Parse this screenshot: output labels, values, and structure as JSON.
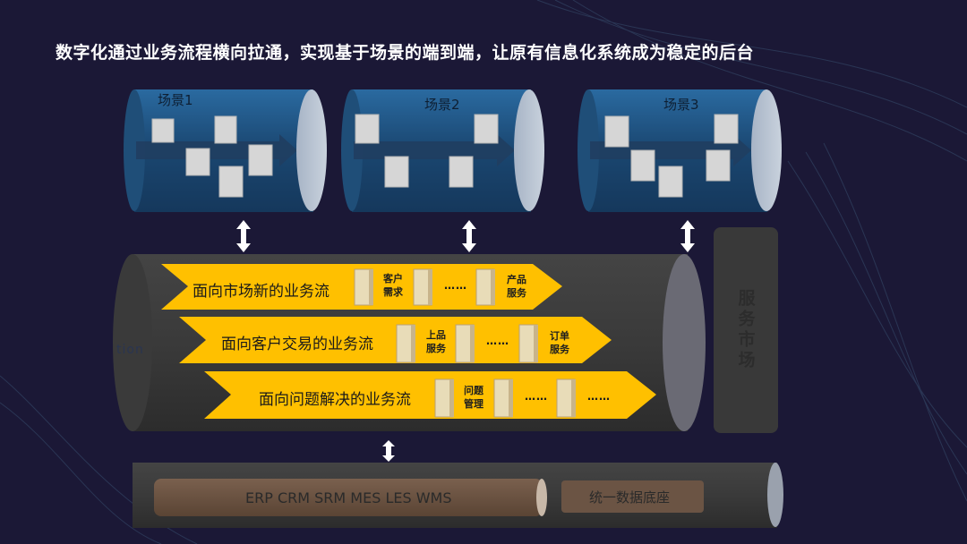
{
  "title": "数字化通过业务流程横向拉通，实现基于场景的端到端，让原有信息化系统成为稳定的后台",
  "scenes": [
    "场景1",
    "场景2",
    "场景3"
  ],
  "flows": [
    {
      "label": "面向市场新的业务流",
      "items": [
        {
          "text": "客户\n需求"
        },
        {
          "text": "……"
        },
        {
          "text": "产品\n服务"
        }
      ]
    },
    {
      "label": "面向客户交易的业务流",
      "items": [
        {
          "text": "上品\n服务"
        },
        {
          "text": "……"
        },
        {
          "text": "订单\n服务"
        }
      ]
    },
    {
      "label": "面向问题解决的业务流",
      "items": [
        {
          "text": "问题\n管理"
        },
        {
          "text": "……"
        },
        {
          "text": "……"
        }
      ]
    }
  ],
  "service_market": "服务市场",
  "systems_label": "ERP CRM SRM MES LES WMS",
  "data_base_label": "统一数据底座",
  "faint_text": "tion",
  "colors": {
    "background": "#1b1836",
    "scene_cylinder": "#1f4e78",
    "flow_band": "#ffc000",
    "block": "#e8dcb8",
    "dark_cylinder": "#3a3a3a",
    "systems_bar": "#6b5444"
  }
}
